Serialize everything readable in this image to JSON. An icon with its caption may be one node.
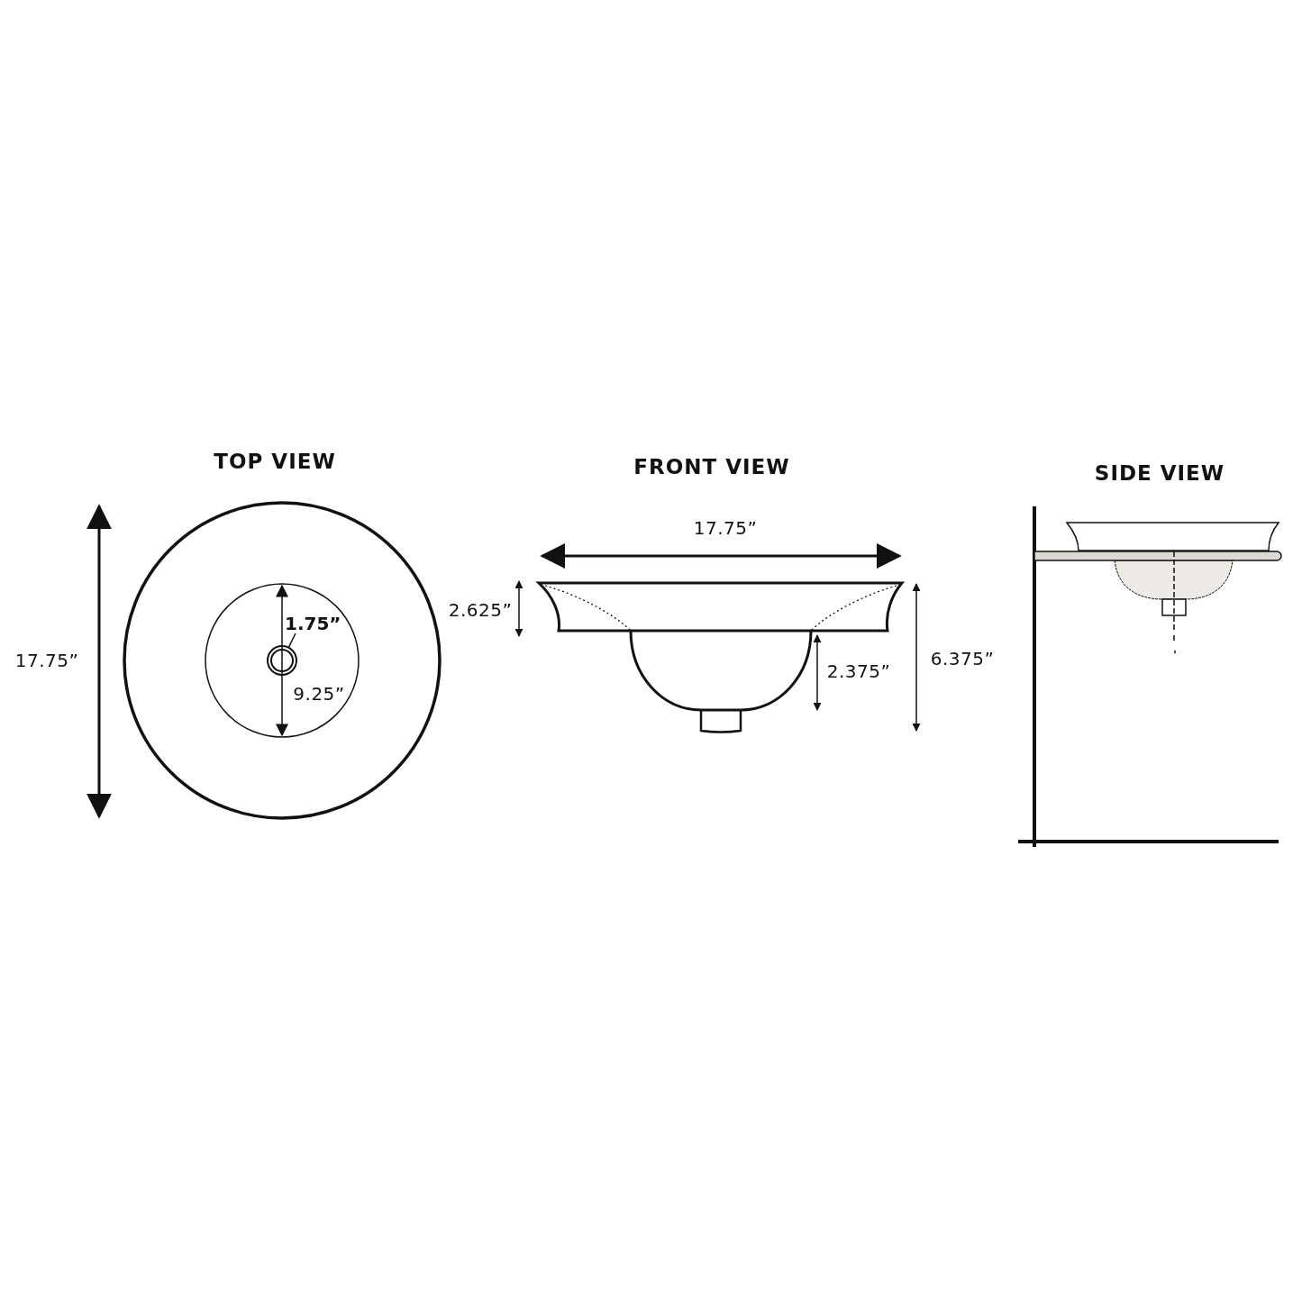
{
  "diagram": {
    "nodes": [
      {
        "text": [
          "1.75”"
        ]
      },
      {
        "text": [],
        "shape": "circle"
      }
    ],
    "edges": [
      {
        "from": 0,
        "to": 1,
        "arrow": "none"
      }
    ],
    "labels": [
      "TOP VIEW",
      "FRONT VIEW",
      "SIDE VIEW",
      "17.75”",
      "2.625”",
      "6.375”",
      "17.75”",
      "9.25”",
      "2.375”"
    ]
  }
}
